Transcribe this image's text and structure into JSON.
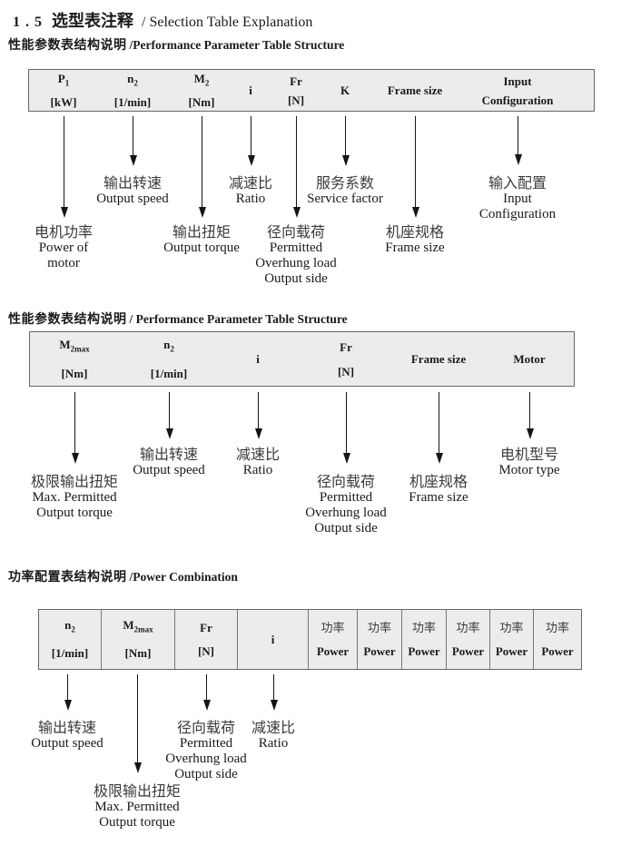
{
  "title": {
    "num": "1 . 5",
    "cn": "选型表注释",
    "en": "/ Selection Table Explanation"
  },
  "sections": [
    {
      "heading_cn": "性能参数表结构说明",
      "heading_en": "/Performance Parameter Table Structure",
      "table": {
        "columns": [
          {
            "top": "P",
            "sub": "1",
            "bottom": "[kW]"
          },
          {
            "top": "n",
            "sub": "2",
            "bottom": "[1/min]"
          },
          {
            "top": "M",
            "sub": "2",
            "bottom": "[Nm]"
          },
          {
            "top": "i"
          },
          {
            "top": "Fr",
            "bottom": "[N]"
          },
          {
            "top": "K"
          },
          {
            "top": "Frame size"
          },
          {
            "top": "Input",
            "bottom": "Configuration"
          }
        ]
      },
      "labels": [
        {
          "lines": [
            "电机功率",
            "Power of",
            "motor"
          ]
        },
        {
          "lines": [
            "输出转速",
            "Output speed"
          ]
        },
        {
          "lines": [
            "输出扭矩",
            "Output torque"
          ]
        },
        {
          "lines": [
            "减速比",
            "Ratio"
          ]
        },
        {
          "lines": [
            "径向载荷",
            "Permitted",
            "Overhung load",
            "Output side"
          ]
        },
        {
          "lines": [
            "服务系数",
            "Service factor"
          ]
        },
        {
          "lines": [
            "机座规格",
            "Frame size"
          ]
        },
        {
          "lines": [
            "输入配置",
            "Input",
            "Configuration"
          ]
        }
      ]
    },
    {
      "heading_cn": "性能参数表结构说明",
      "heading_en": "/ Performance Parameter Table Structure",
      "table": {
        "columns": [
          {
            "top": "M",
            "sub": "2max",
            "bottom": "[Nm]"
          },
          {
            "top": "n",
            "sub": "2",
            "bottom": "[1/min]"
          },
          {
            "top": "i"
          },
          {
            "top": "Fr",
            "bottom": "[N]"
          },
          {
            "top": "Frame size"
          },
          {
            "top": "Motor"
          }
        ]
      },
      "labels": [
        {
          "lines": [
            "极限输出扭矩",
            "Max. Permitted",
            "Output  torque"
          ]
        },
        {
          "lines": [
            "输出转速",
            "Output speed"
          ]
        },
        {
          "lines": [
            "减速比",
            "Ratio"
          ]
        },
        {
          "lines": [
            "径向载荷",
            "Permitted",
            "Overhung load",
            "Output side"
          ]
        },
        {
          "lines": [
            "机座规格",
            "Frame size"
          ]
        },
        {
          "lines": [
            "电机型号",
            "Motor type"
          ]
        }
      ]
    },
    {
      "heading_cn": "功率配置表结构说明",
      "heading_en": "/Power Combination",
      "table": {
        "columns": [
          {
            "top": "n",
            "sub": "2",
            "bottom": "[1/min]"
          },
          {
            "top": "M",
            "sub": "2max",
            "bottom": "[Nm]"
          },
          {
            "top": "Fr",
            "bottom": "[N]"
          },
          {
            "top": "i"
          },
          {
            "top": "功率",
            "bottom": "Power"
          },
          {
            "top": "功率",
            "bottom": "Power"
          },
          {
            "top": "功率",
            "bottom": "Power"
          },
          {
            "top": "功率",
            "bottom": "Power"
          },
          {
            "top": "功率",
            "bottom": "Power"
          },
          {
            "top": "功率",
            "bottom": "Power"
          }
        ]
      },
      "labels": [
        {
          "lines": [
            "输出转速",
            "Output speed"
          ]
        },
        {
          "lines": [
            "极限输出扭矩",
            "Max. Permitted",
            "Output  torque"
          ]
        },
        {
          "lines": [
            "径向载荷",
            "Permitted",
            "Overhung load",
            "Output side"
          ]
        },
        {
          "lines": [
            "减速比",
            "Ratio"
          ]
        }
      ]
    }
  ]
}
